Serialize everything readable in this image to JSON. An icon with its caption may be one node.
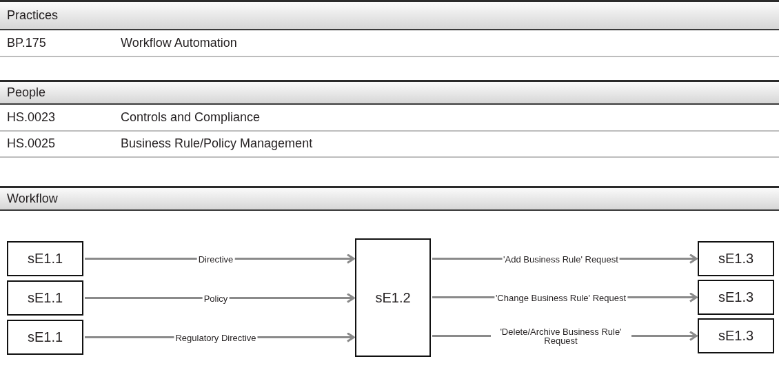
{
  "diagram": {
    "nodes": [
      {
        "text": [
          "sE1.1"
        ]
      },
      {
        "text": [
          "sE1.1"
        ]
      },
      {
        "text": [
          "sE1.1"
        ]
      },
      {
        "text": [
          "sE1.2"
        ]
      },
      {
        "text": [
          "sE1.3"
        ]
      },
      {
        "text": [
          "sE1.3"
        ]
      },
      {
        "text": [
          "sE1.3"
        ]
      }
    ],
    "edges": [
      {
        "from": 0,
        "to": 3,
        "arrow": "to",
        "label": "Directive"
      },
      {
        "from": 1,
        "to": 3,
        "arrow": "to",
        "label": "Policy"
      },
      {
        "from": 2,
        "to": 3,
        "arrow": "to",
        "label": "Regulatory Directive"
      },
      {
        "from": 3,
        "to": 4,
        "arrow": "to",
        "label": "'Add Business Rule' Request"
      },
      {
        "from": 3,
        "to": 5,
        "arrow": "to",
        "label": "'Change Business Rule' Request"
      },
      {
        "from": 3,
        "to": 6,
        "arrow": "to",
        "label": "'Delete/Archive Business Rule' Request"
      }
    ],
    "labels": [
      "Practices",
      "BP.175",
      "Workflow Automation",
      "People",
      "HS.0023",
      "Controls and Compliance",
      "HS.0025",
      "Business Rule/Policy Management",
      "Workflow"
    ]
  }
}
